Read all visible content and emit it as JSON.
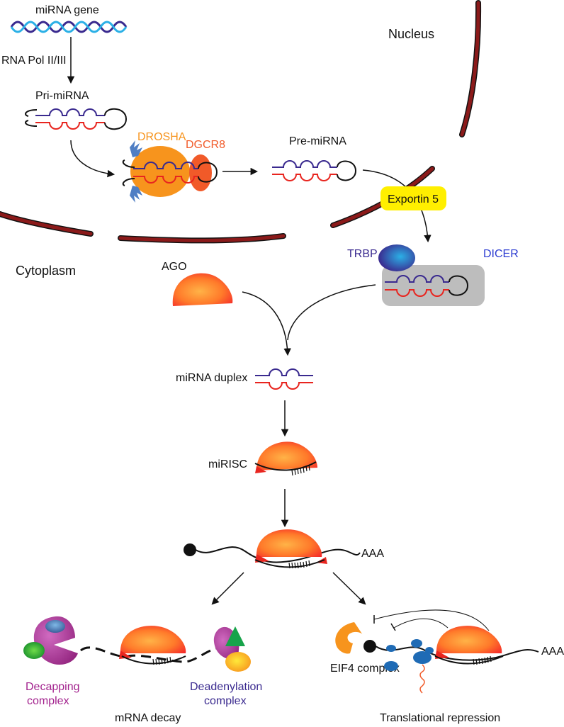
{
  "labels": {
    "mirna_gene": "miRNA gene",
    "rna_pol": "RNA Pol II/III",
    "pri_mirna": "Pri-miRNA",
    "drosha": "DROSHA",
    "dgcr8": "DGCR8",
    "pre_mirna": "Pre-miRNA",
    "nucleus": "Nucleus",
    "exportin5": "Exportin 5",
    "cytoplasm": "Cytoplasm",
    "trbp": "TRBP",
    "dicer": "DICER",
    "ago": "AGO",
    "mirna_duplex": "miRNA duplex",
    "mirisc": "miRISC",
    "poly_a_main": "AAA",
    "poly_a_repression": "AAA",
    "decapping_line1": "Decapping",
    "decapping_line2": "complex",
    "deadenylation_line1": "Deadenylation",
    "deadenylation_line2": "complex",
    "mrna_decay": "mRNA decay",
    "eif4_complex": "EIF4 complex",
    "translational_repression": "Translational repression"
  },
  "colors": {
    "membrane": "#8b1a1a",
    "guide_strand": "#3a2a8f",
    "passenger_strand": "#e8251f",
    "drosha_fill": "#f7941d",
    "dgcr8_fill": "#f15a29",
    "drosha_text": "#f7941d",
    "dgcr8_text": "#f15a29",
    "exportin_fill": "#ffef00",
    "dicer_box": "#bdbdbd",
    "dicer_text": "#2b3bd1",
    "trbp_text": "#3a2a8f",
    "ago_light": "#ffb347",
    "ago_dark": "#f4252a",
    "decapping_text": "#a3238e",
    "deadenylation_text": "#3a2a8f",
    "eif4_orange": "#f7941d",
    "ribosome_blue": "#1f6bb5"
  }
}
